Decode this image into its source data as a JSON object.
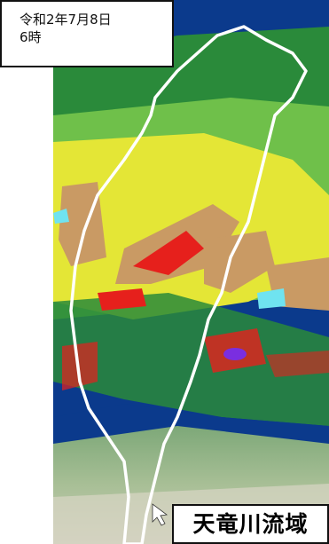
{
  "header": {
    "date": "令和2年7月8日",
    "hour": "6時"
  },
  "basin_label": "天竜川流域",
  "legend_colors": {
    "no_rain": "#0b3a8c",
    "light": "#2a8a3a",
    "moderate_low": "#6fc04a",
    "moderate": "#e4e636",
    "heavy": "#c99a64",
    "very_heavy": "#e6201c",
    "extreme": "#7a2ee0",
    "trace": "#6fe3f0"
  },
  "icons": [
    "cursor-arrow-icon"
  ]
}
